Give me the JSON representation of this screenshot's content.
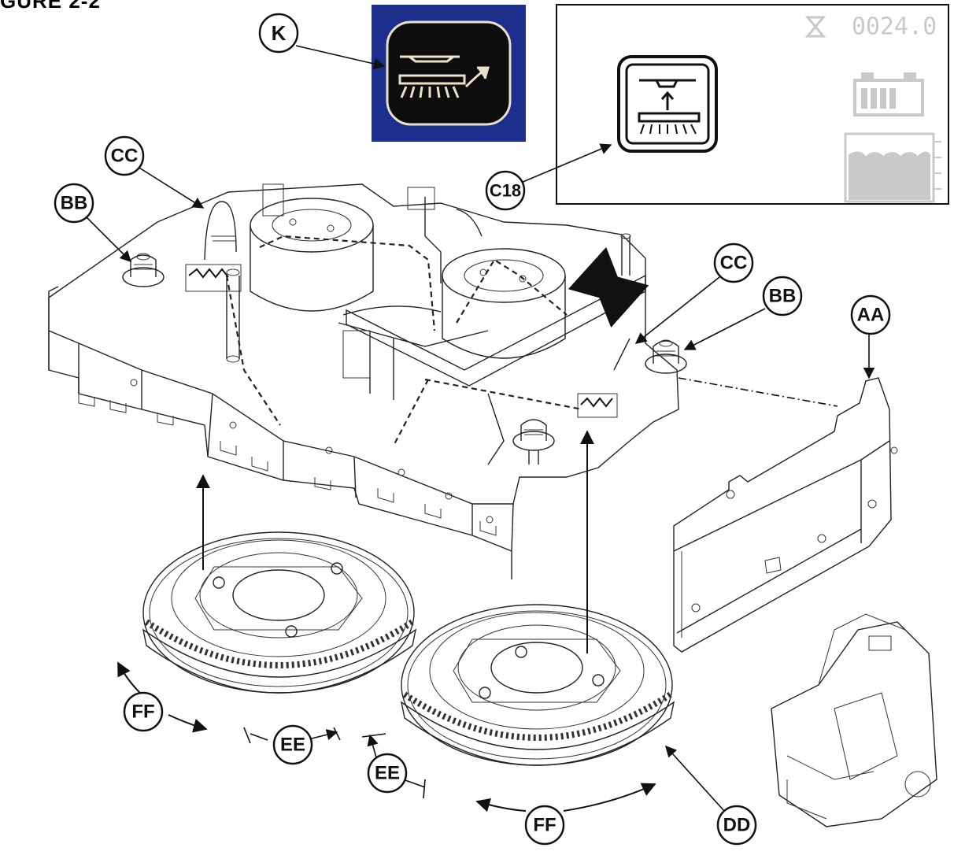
{
  "heading": "GURE 2-2",
  "labels": {
    "k": "K",
    "c18": "C18",
    "cc_left": "CC",
    "cc_right": "CC",
    "bb_left": "BB",
    "bb_right": "BB",
    "aa": "AA",
    "dd": "DD",
    "ee_left": "EE",
    "ee_right": "EE",
    "ff_left": "FF",
    "ff_right": "FF"
  },
  "display": {
    "hour_meter": "0024.0",
    "hour_meter_icon": "hourglass-icon",
    "battery_icon": "battery-icon",
    "tank_icon": "tank-level-icon",
    "brush_deck_icon": "brush-deck-raise-icon"
  },
  "colors": {
    "button_background": "#1c2f8c",
    "button_face": "#0d0d0d",
    "display_glyph": "#c9c9c9"
  }
}
